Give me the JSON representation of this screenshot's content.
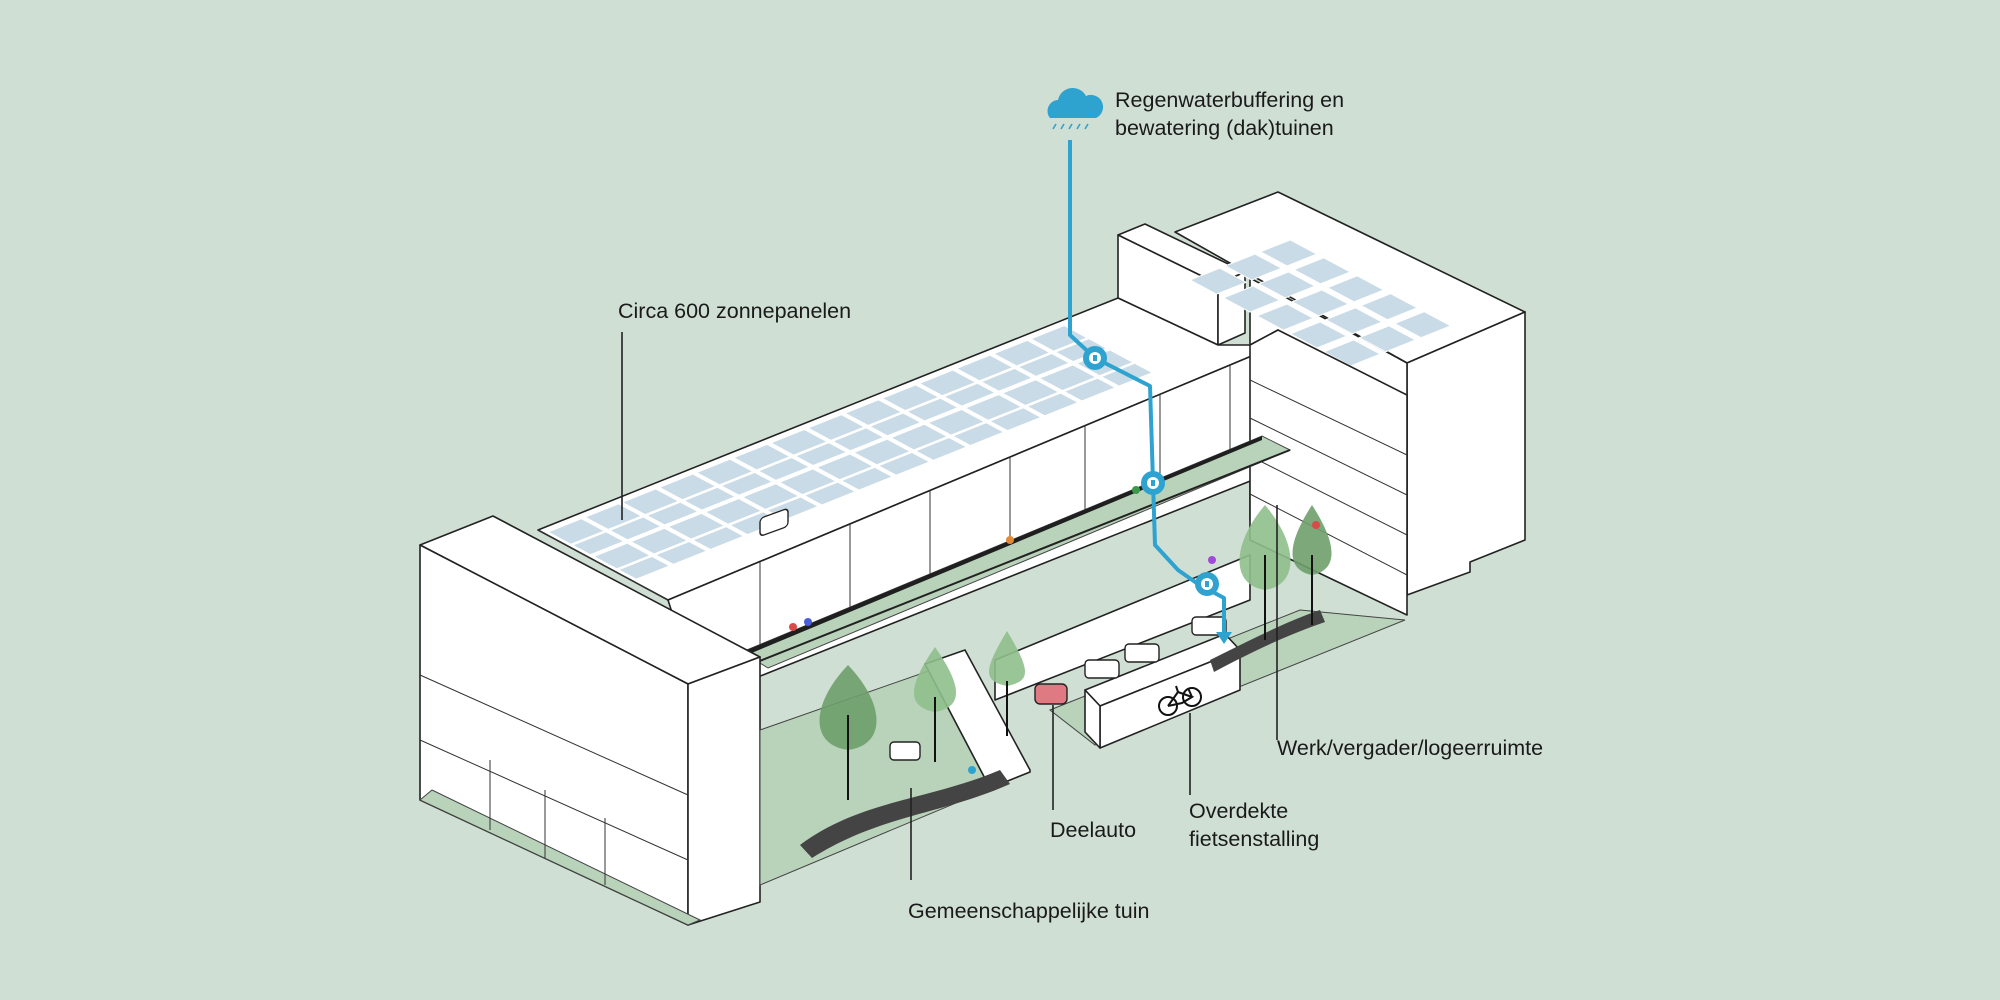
{
  "labels": {
    "rain_title": "Regenwaterbuffering en",
    "rain_title_2": "bewatering (dak)tuinen",
    "solar": "Circa 600 zonnepanelen",
    "workspace": "Werk/vergader/logeerruimte",
    "bike_storage_1": "Overdekte",
    "bike_storage_2": "fietsenstalling",
    "shared_car": "Deelauto",
    "garden": "Gemeenschappelijke tuin"
  },
  "icons": {
    "rain": "rain-cloud-icon",
    "water_valve": "water-valve-icon",
    "bicycle": "bicycle-icon"
  },
  "colors": {
    "background": "#d0dfd4",
    "water": "#2ea3d0",
    "solar_panel": "#c9dbe6",
    "tree_light": "#8fbf8c",
    "tree_dark": "#6e9f6c",
    "walkway": "#b8d3ba",
    "car_shared": "#e07a82"
  }
}
